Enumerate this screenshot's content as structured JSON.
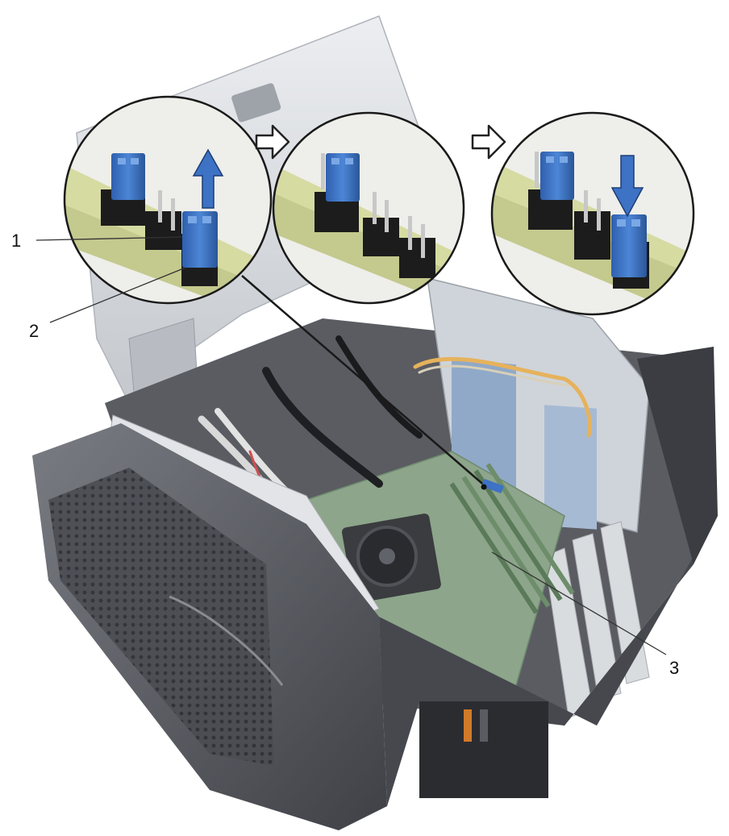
{
  "callouts": [
    {
      "id": "1",
      "label": "1"
    },
    {
      "id": "2",
      "label": "2"
    },
    {
      "id": "3",
      "label": "3"
    }
  ],
  "steps": [
    {
      "id": "remove",
      "action": "lift-up",
      "icon": "arrow-up-icon"
    },
    {
      "id": "empty",
      "action": "none"
    },
    {
      "id": "install",
      "action": "press-down",
      "icon": "arrow-down-icon"
    }
  ],
  "step_arrows": [
    "outline-arrow-right-icon",
    "outline-arrow-right-icon"
  ],
  "colors": {
    "jumper": "#3d72c4",
    "jumper_dark": "#244f94",
    "pin_base": "#1e1e1e",
    "pin_metal": "#bdbdbd",
    "board": "#d8dca0",
    "chassis": "#5e6066",
    "chassis_light": "#c9ccd1",
    "motherboard": "#9fb59c",
    "leader": "#333333"
  }
}
